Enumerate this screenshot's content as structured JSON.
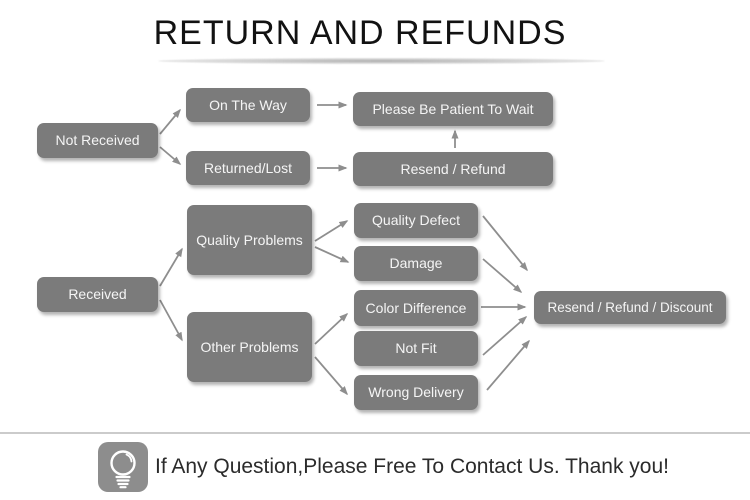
{
  "title": "RETURN AND REFUNDS",
  "flowchart": {
    "boxes": {
      "not_received": "Not Received",
      "on_the_way": "On The Way",
      "returned_lost": "Returned/Lost",
      "please_wait": "Please Be Patient To Wait",
      "resend_refund": "Resend / Refund",
      "received": "Received",
      "quality_problems": "Quality Problems",
      "other_problems": "Other Problems",
      "quality_defect": "Quality Defect",
      "damage": "Damage",
      "color_difference": "Color Difference",
      "not_fit": "Not Fit",
      "wrong_delivery": "Wrong Delivery",
      "resend_refund_discount": "Resend / Refund / Discount"
    },
    "colors": {
      "box_fill": "#7b7b7b",
      "box_text": "#f5f5f5",
      "arrow": "#8e8e8e"
    }
  },
  "footer": {
    "icon": "light-bulb-icon",
    "message": "If Any Question,Please Free To Contact Us. Thank you!"
  }
}
